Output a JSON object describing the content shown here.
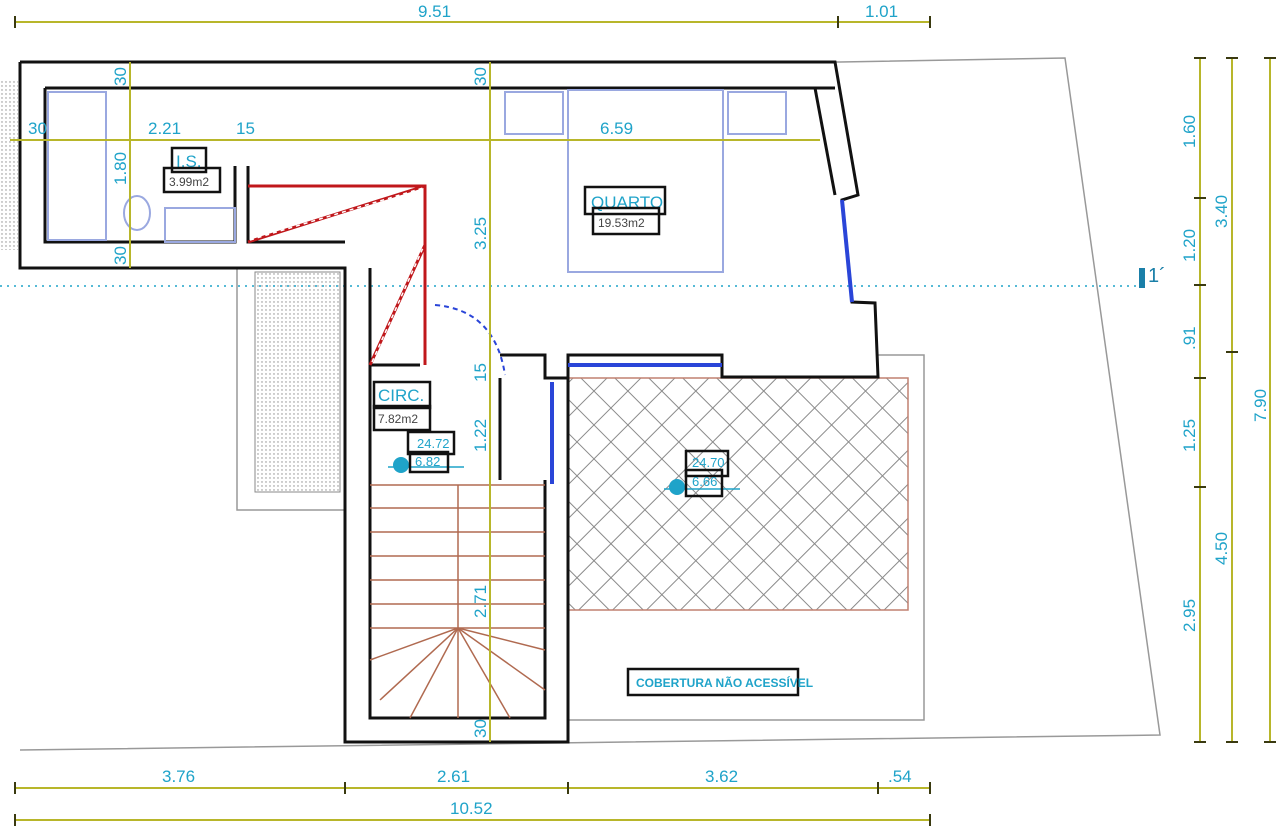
{
  "plan": {
    "rooms": [
      {
        "name": "I.S.",
        "area": "3.99m2"
      },
      {
        "name": "QUARTO",
        "area": "19.53m2"
      },
      {
        "name": "CIRC.",
        "area": "7.82m2"
      }
    ],
    "levels": [
      {
        "elevation": "24.72",
        "height": "6.82"
      },
      {
        "elevation": "24.70",
        "height": "6.66"
      }
    ],
    "roof_note": "COBERTURA NÃO ACESSÍVEL",
    "section_mark": "1´"
  },
  "dimensions": {
    "top": [
      "9.51",
      "1.01"
    ],
    "inner_horizontal": [
      "30",
      "2.21",
      "15",
      "6.59"
    ],
    "inner_vertical_left": [
      "30",
      "1.80",
      "30"
    ],
    "inner_vertical_center": [
      "30",
      "3.25",
      "15",
      "1.22",
      "2.71",
      "30"
    ],
    "right_chain_1": [
      "1.60",
      "1.20",
      ".91",
      "1.25",
      "2.95"
    ],
    "right_chain_2": [
      "3.40",
      "4.50"
    ],
    "right_total": "7.90",
    "bottom_chain": [
      "3.76",
      "2.61",
      "3.62",
      ".54"
    ],
    "bottom_total": "10.52"
  },
  "colors": {
    "dimension_text": "#1fa3c9",
    "dimension_line": "#b8b62a",
    "wall": "#111111",
    "demolition": "#c0171b",
    "window": "#2a45d8"
  }
}
